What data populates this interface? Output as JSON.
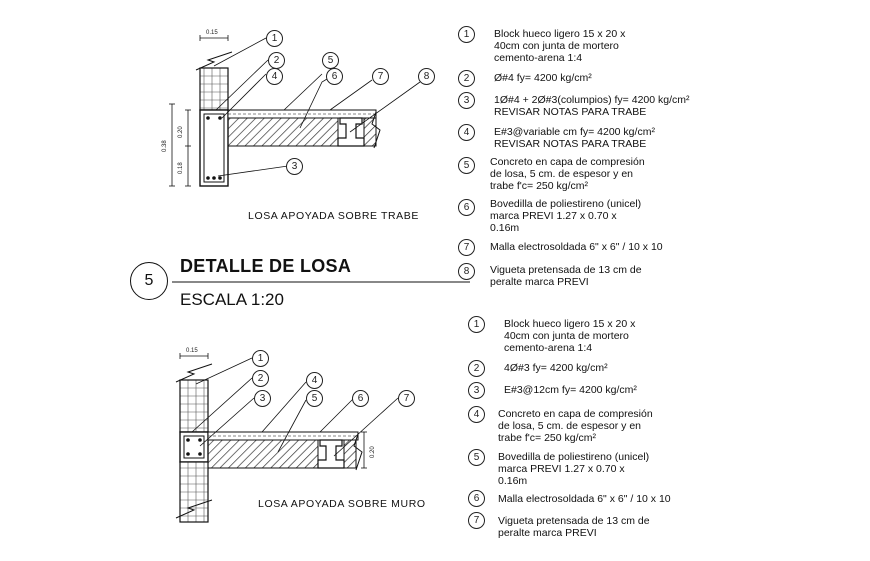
{
  "detail": {
    "number": "5",
    "title": "DETALLE DE LOSA",
    "scale": "ESCALA 1:20"
  },
  "top_detail": {
    "caption": "LOSA APOYADA SOBRE TRABE",
    "dims": [
      "0.15",
      "0.20",
      "0.38",
      "0.18"
    ],
    "bubbles": [
      "1",
      "2",
      "4",
      "5",
      "6",
      "7",
      "8",
      "3"
    ],
    "notes": [
      {
        "num": "1",
        "text": "Block hueco ligero 15 x 20 x\n40cm con junta de mortero\ncemento-arena 1:4"
      },
      {
        "num": "2",
        "text": "Ø#4 fy= 4200 kg/cm²"
      },
      {
        "num": "3",
        "text": "1Ø#4 + 2Ø#3(columpios) fy= 4200 kg/cm²\nREVISAR NOTAS PARA TRABE"
      },
      {
        "num": "4",
        "text": "E#3@variable cm fy= 4200 kg/cm²\nREVISAR NOTAS PARA TRABE"
      },
      {
        "num": "5",
        "text": "Concreto en capa de compresión\nde losa, 5 cm. de espesor y en\ntrabe f'c= 250 kg/cm²"
      },
      {
        "num": "6",
        "text": "Bovedilla de poliestireno (unicel)\nmarca PREVI 1.27 x 0.70 x\n0.16m"
      },
      {
        "num": "7",
        "text": "Malla electrosoldada 6\" x 6\" / 10 x 10"
      },
      {
        "num": "8",
        "text": "Vigueta pretensada de 13 cm de\nperalte marca PREVI"
      }
    ]
  },
  "bottom_detail": {
    "caption": "LOSA APOYADA SOBRE MURO",
    "dims": [
      "0.15",
      "0.20"
    ],
    "bubbles": [
      "1",
      "2",
      "3",
      "4",
      "5",
      "6",
      "7"
    ],
    "notes": [
      {
        "num": "1",
        "text": "Block hueco ligero 15 x 20 x\n40cm con junta de mortero\ncemento-arena 1:4"
      },
      {
        "num": "2",
        "text": "4Ø#3 fy= 4200 kg/cm²"
      },
      {
        "num": "3",
        "text": "E#3@12cm fy= 4200 kg/cm²"
      },
      {
        "num": "4",
        "text": "Concreto en capa de compresión\nde losa, 5 cm. de espesor y en\ntrabe f'c= 250 kg/cm²"
      },
      {
        "num": "5",
        "text": "Bovedilla de poliestireno (unicel)\nmarca PREVI 1.27 x 0.70 x\n0.16m"
      },
      {
        "num": "6",
        "text": "Malla electrosoldada 6\" x 6\" / 10 x 10"
      },
      {
        "num": "7",
        "text": "Vigueta pretensada de 13 cm de\nperalte marca PREVI"
      }
    ]
  }
}
